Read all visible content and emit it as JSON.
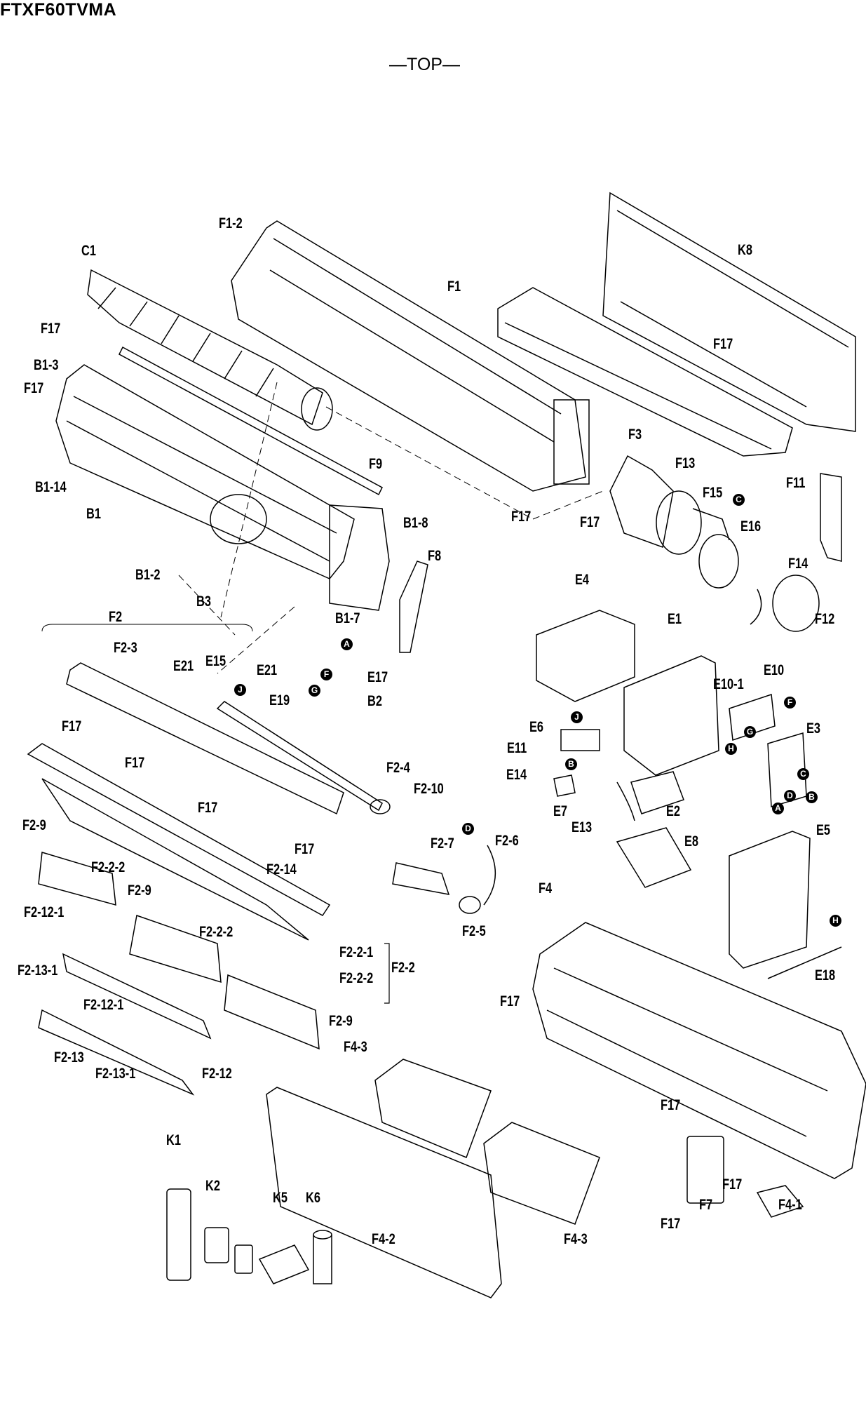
{
  "header": {
    "model": "FTXF60TVMA",
    "section": "—TOP—"
  },
  "labels": [
    "C1",
    "F1-2",
    "F1",
    "K8",
    "F17",
    "B1-3",
    "F17",
    "F17",
    "F9",
    "F3",
    "F13",
    "F11",
    "B1-14",
    "B1",
    "F17",
    "F17",
    "F15",
    "E16",
    "B1-8",
    "F14",
    "F8",
    "B1-2",
    "B3",
    "F12",
    "B1-7",
    "F2",
    "E4",
    "E1",
    "F2-3",
    "E21",
    "E15",
    "E21",
    "E17",
    "E10",
    "E10-1",
    "E19",
    "B2",
    "F17",
    "E6",
    "E3",
    "F17",
    "E11",
    "F2-4",
    "F2-10",
    "E14",
    "E7",
    "E13",
    "E2",
    "F17",
    "F2-9",
    "F17",
    "F2-7",
    "F2-6",
    "E8",
    "E5",
    "F2-2-2",
    "F2-14",
    "F2-9",
    "F4",
    "F2-12-1",
    "F2-5",
    "F2-2-2",
    "F2-2-1",
    "F2-2",
    "F2-13-1",
    "F2-2-2",
    "E18",
    "F2-12-1",
    "F17",
    "F2-9",
    "F4-3",
    "F2-13",
    "F2-13-1",
    "F2-12",
    "F17",
    "K1",
    "K2",
    "K5",
    "K6",
    "F17",
    "F4-1",
    "F17",
    "F7",
    "F4-2",
    "F4-3"
  ],
  "markers": [
    "C",
    "A",
    "F",
    "J",
    "G",
    "J",
    "F",
    "G",
    "H",
    "B",
    "C",
    "D",
    "B",
    "A",
    "D",
    "H"
  ]
}
